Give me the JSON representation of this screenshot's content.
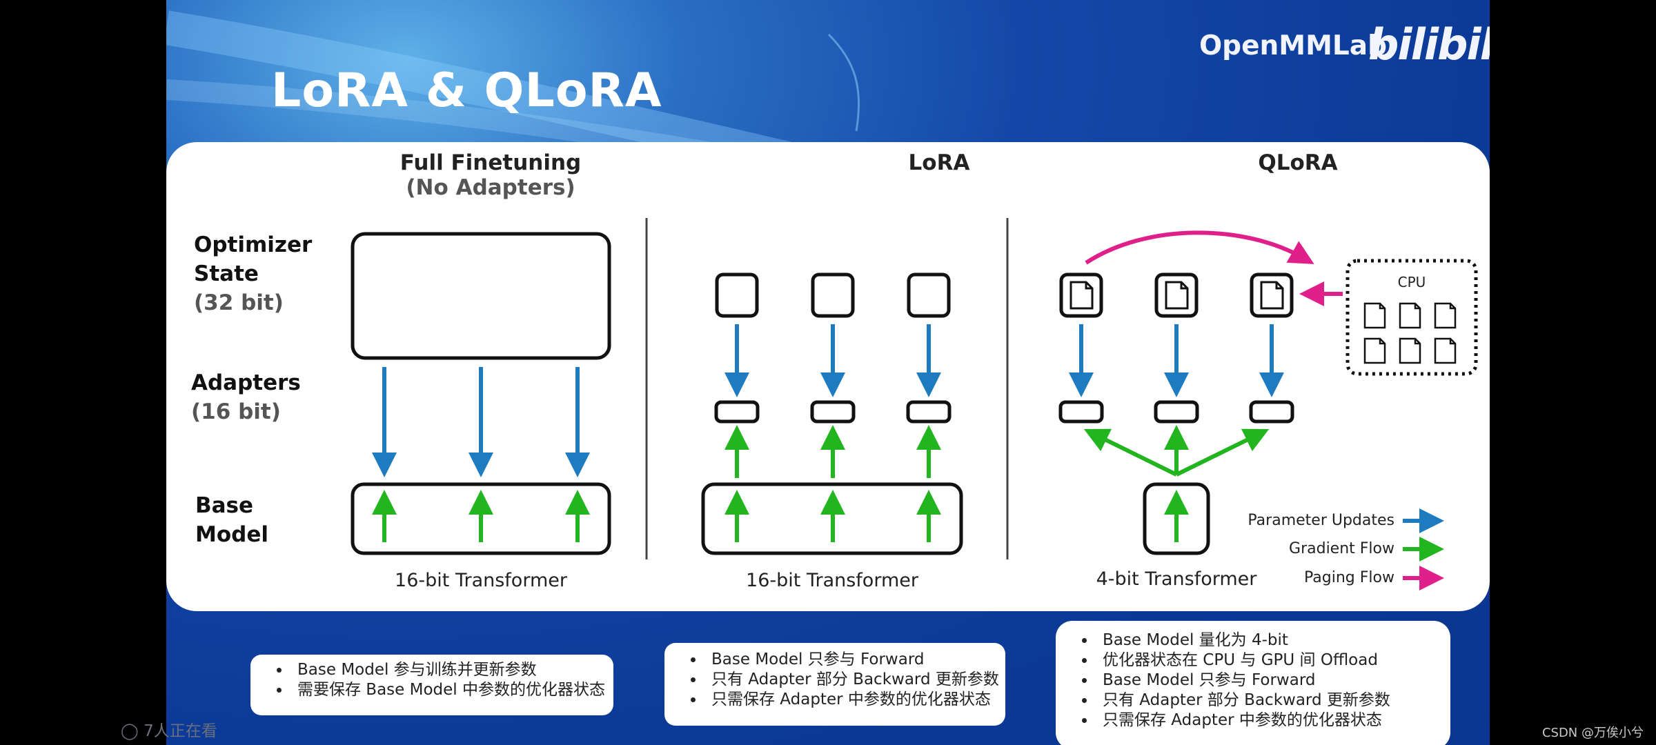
{
  "slide": {
    "title": "LoRA & QLoRA",
    "brand": "OpenMMLab",
    "platform_logo": "bilibili"
  },
  "columns": [
    {
      "title": "Full Finetuning",
      "subtitle": "(No Adapters)",
      "footer": "16-bit Transformer"
    },
    {
      "title": "LoRA",
      "footer": "16-bit Transformer"
    },
    {
      "title": "QLoRA",
      "footer": "4-bit Transformer"
    }
  ],
  "row_labels": {
    "optimizer": {
      "line1": "Optimizer",
      "line2": "State",
      "sub": "(32 bit)"
    },
    "adapters": {
      "line1": "Adapters",
      "sub": "(16 bit)"
    },
    "base": {
      "line1": "Base",
      "line2": "Model"
    }
  },
  "cpu_label": "CPU",
  "legend": [
    {
      "label": "Parameter Updates",
      "color": "#1f7bbf"
    },
    {
      "label": "Gradient Flow",
      "color": "#22b51f"
    },
    {
      "label": "Paging Flow",
      "color": "#e0208a"
    }
  ],
  "notes": {
    "full": [
      "Base Model 参与训练并更新参数",
      "需要保存 Base Model 中参数的优化器状态"
    ],
    "lora": [
      "Base Model 只参与 Forward",
      "只有 Adapter 部分 Backward 更新参数",
      "只需保存 Adapter 中参数的优化器状态"
    ],
    "qlora": [
      "Base Model 量化为 4-bit",
      "优化器状态在 CPU 与 GPU 间 Offload",
      "Base Model 只参与 Forward",
      "只有 Adapter 部分 Backward 更新参数",
      "只需保存 Adapter 中参数的优化器状态"
    ]
  },
  "overlay": {
    "viewers": "7人正在看",
    "watermark": "CSDN @万俟小兮"
  }
}
